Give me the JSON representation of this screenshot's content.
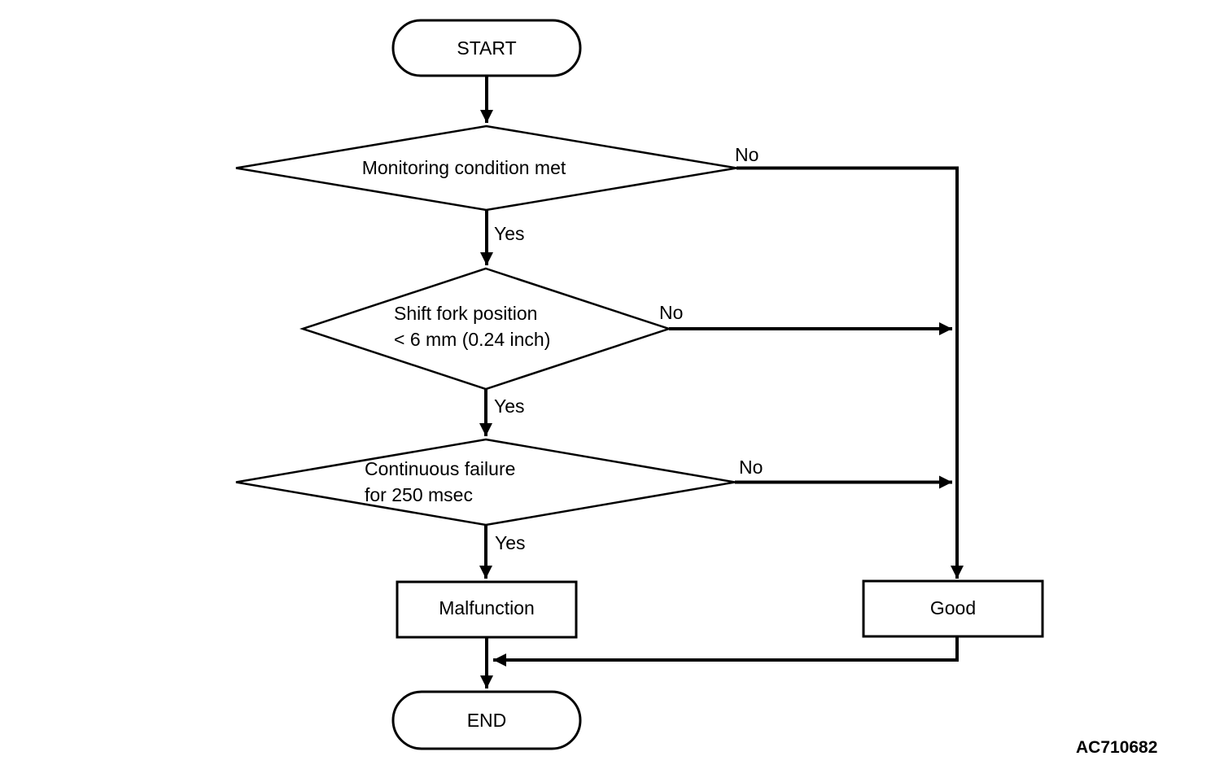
{
  "diagram": {
    "type": "flowchart",
    "nodes": {
      "start": "START",
      "decision1": "Monitoring condition met",
      "decision2": {
        "line1": "Shift fork position",
        "line2": "< 6 mm (0.24 inch)"
      },
      "decision3": {
        "line1": "Continuous failure",
        "line2": "for 250 msec"
      },
      "malfunction": "Malfunction",
      "good": "Good",
      "end": "END"
    },
    "edges": {
      "d1_yes": "Yes",
      "d1_no": "No",
      "d2_yes": "Yes",
      "d2_no": "No",
      "d3_yes": "Yes",
      "d3_no": "No"
    },
    "figure": {
      "code": "AC710682"
    },
    "colors": {
      "stroke": "#000000",
      "background": "#ffffff",
      "text": "#000000"
    }
  }
}
